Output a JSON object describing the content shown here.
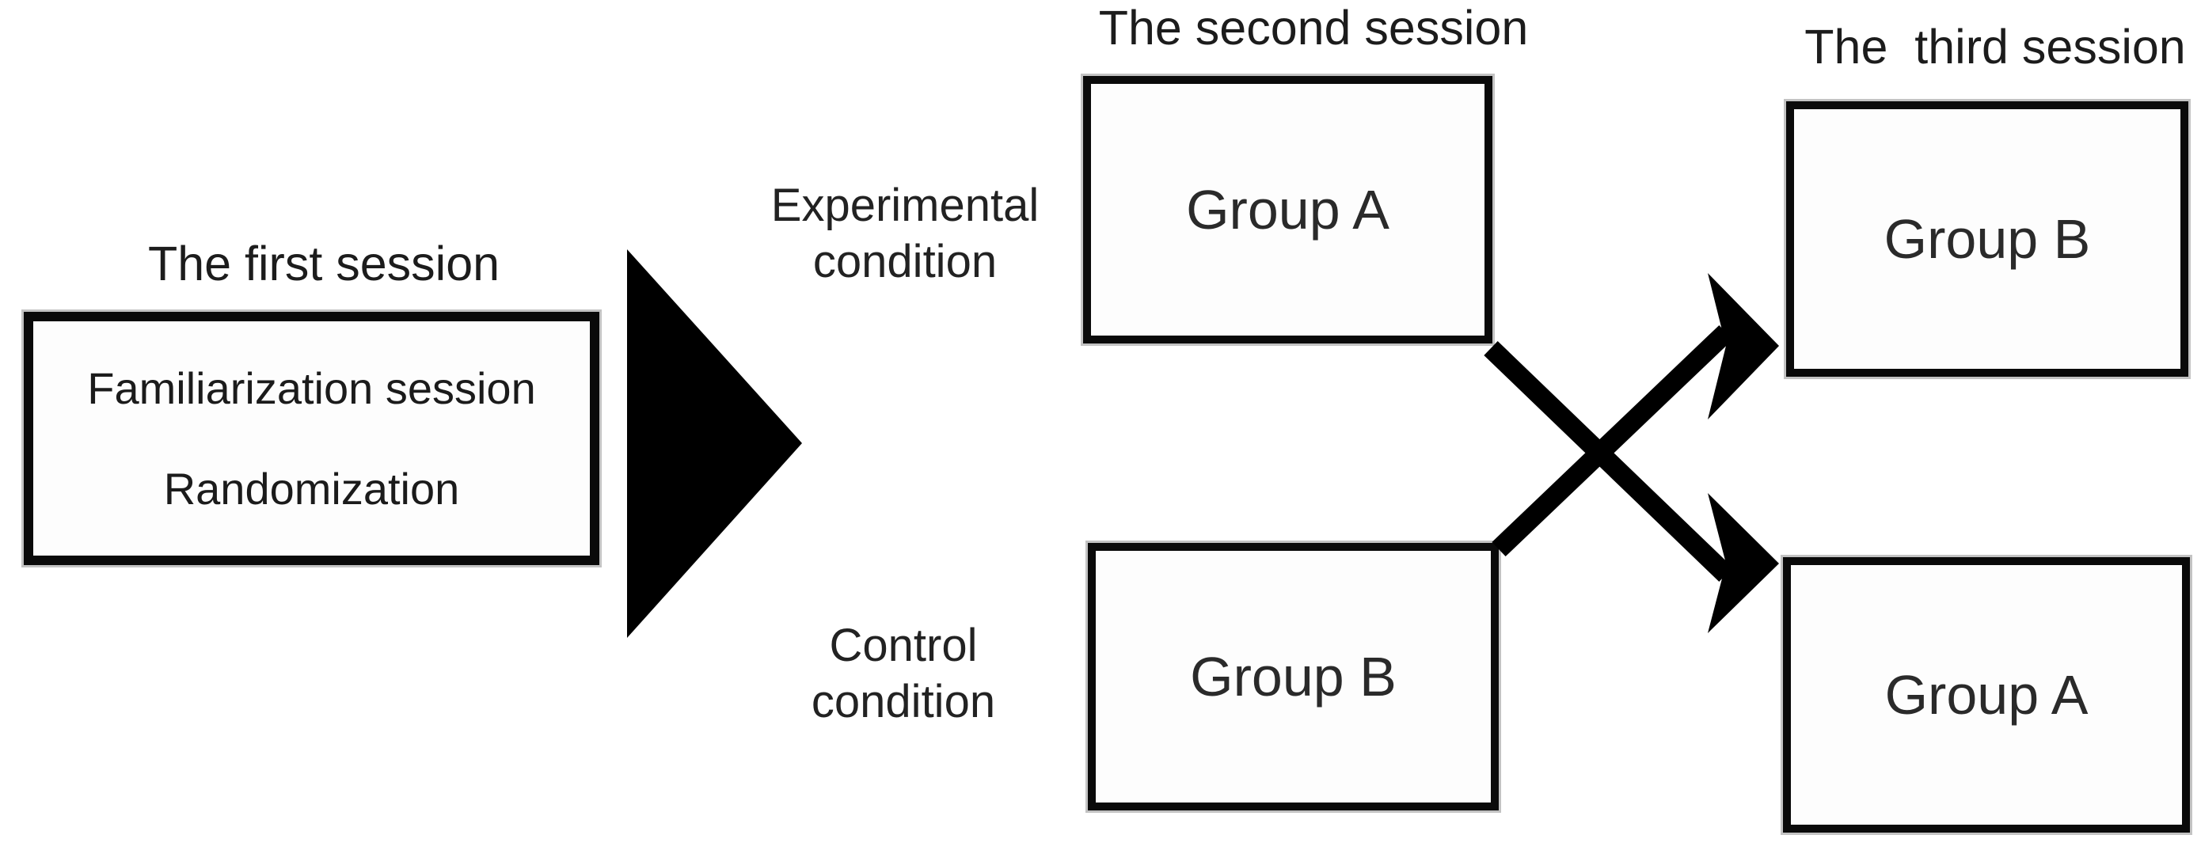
{
  "figure": {
    "description": "Crossover study design flow diagram",
    "background": "#ffffff",
    "ink_color": "#000000",
    "border_color": "#0a0a0a",
    "text_color": "#1d1d1d"
  },
  "sessions": {
    "first": {
      "title": "The first session",
      "box": {
        "line1": "Familiarization session",
        "line2": "Randomization"
      }
    },
    "second": {
      "title": "The second session",
      "experimental_label": "Experimental\ncondition",
      "control_label": "Control\ncondition",
      "experimental_group": "Group A",
      "control_group": "Group B"
    },
    "third": {
      "title": "The  third session",
      "top_group": "Group B",
      "bottom_group": "Group A"
    }
  }
}
